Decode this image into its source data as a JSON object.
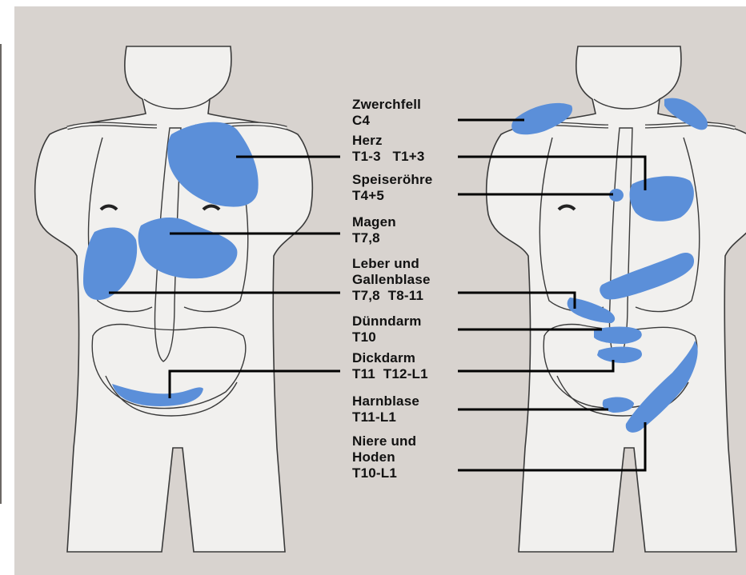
{
  "colors": {
    "background": "#d8d3cf",
    "body_fill": "#f1f0ee",
    "outline": "#3a3a3a",
    "highlight": "#5b8fd9",
    "leader": "#000000",
    "border": "#ffffff"
  },
  "labels": [
    {
      "id": "zwerchfell",
      "lines": [
        "Zwerchfell",
        "C4"
      ]
    },
    {
      "id": "herz",
      "lines": [
        "Herz",
        "T1-3   T1+3"
      ]
    },
    {
      "id": "speiseroehre",
      "lines": [
        "Speiseröhre",
        "T4+5"
      ]
    },
    {
      "id": "magen",
      "lines": [
        "Magen",
        "T7,8"
      ]
    },
    {
      "id": "leber",
      "lines": [
        "Leber und",
        "Gallenblase",
        "T7,8  T8-11"
      ]
    },
    {
      "id": "duenndarm",
      "lines": [
        "Dünndarm",
        "T10"
      ]
    },
    {
      "id": "dickdarm",
      "lines": [
        "Dickdarm",
        "T11  T12-L1"
      ]
    },
    {
      "id": "harnblase",
      "lines": [
        "Harnblase",
        "T11-L1"
      ]
    },
    {
      "id": "niere",
      "lines": [
        "Niere und",
        "Hoden",
        "T10-L1"
      ]
    }
  ]
}
